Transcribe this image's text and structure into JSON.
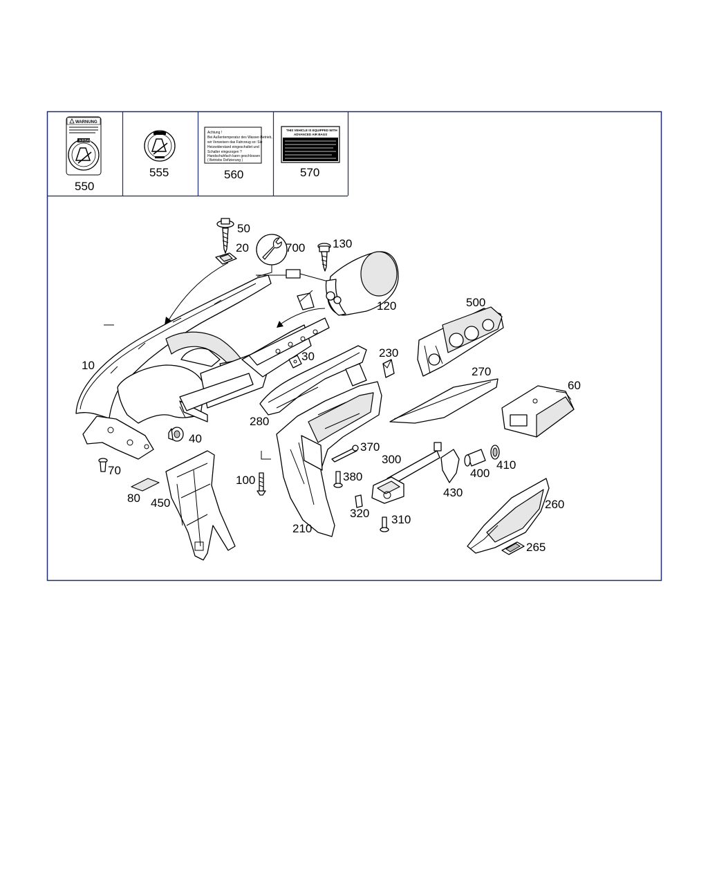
{
  "colors": {
    "frame": "#1a2a6c",
    "line": "#000000",
    "paper": "#ffffff"
  },
  "labels": {
    "warn_title": "WARNUNG",
    "airbag_word": "AIRBAG",
    "l560": [
      "Achtung !",
      "Bei Außentemperatur des Wasser-Betrieb,",
      "wir Verweisen das Fahrzeug so: Sie",
      "Heizwiderstand eingeschaltet und",
      "Schalter eingezogen ?",
      "Handschuhfach kann geschlossen !",
      "( Betriebs Defizierung )"
    ],
    "l570_head": [
      "THIS VEHICLE IS EQUIPPED WITH",
      "ADVANCED AIR BAGS"
    ]
  },
  "label_panels": [
    {
      "num": "550"
    },
    {
      "num": "555"
    },
    {
      "num": "560"
    },
    {
      "num": "570"
    }
  ],
  "callouts": [
    {
      "id": "50",
      "text": "50"
    },
    {
      "id": "20",
      "text": "20"
    },
    {
      "id": "700",
      "text": "700"
    },
    {
      "id": "130",
      "text": "130"
    },
    {
      "id": "120",
      "text": "120"
    },
    {
      "id": "500",
      "text": "500"
    },
    {
      "id": "10",
      "text": "10"
    },
    {
      "id": "30",
      "text": "30"
    },
    {
      "id": "230",
      "text": "230"
    },
    {
      "id": "270",
      "text": "270"
    },
    {
      "id": "60",
      "text": "60"
    },
    {
      "id": "280",
      "text": "280"
    },
    {
      "id": "40",
      "text": "40"
    },
    {
      "id": "370",
      "text": "370"
    },
    {
      "id": "300",
      "text": "300"
    },
    {
      "id": "410",
      "text": "410"
    },
    {
      "id": "70",
      "text": "70"
    },
    {
      "id": "100",
      "text": "100"
    },
    {
      "id": "380",
      "text": "380"
    },
    {
      "id": "400",
      "text": "400"
    },
    {
      "id": "80",
      "text": "80"
    },
    {
      "id": "450",
      "text": "450"
    },
    {
      "id": "430",
      "text": "430"
    },
    {
      "id": "320",
      "text": "320"
    },
    {
      "id": "310",
      "text": "310"
    },
    {
      "id": "260",
      "text": "260"
    },
    {
      "id": "210",
      "text": "210"
    },
    {
      "id": "265",
      "text": "265"
    }
  ]
}
